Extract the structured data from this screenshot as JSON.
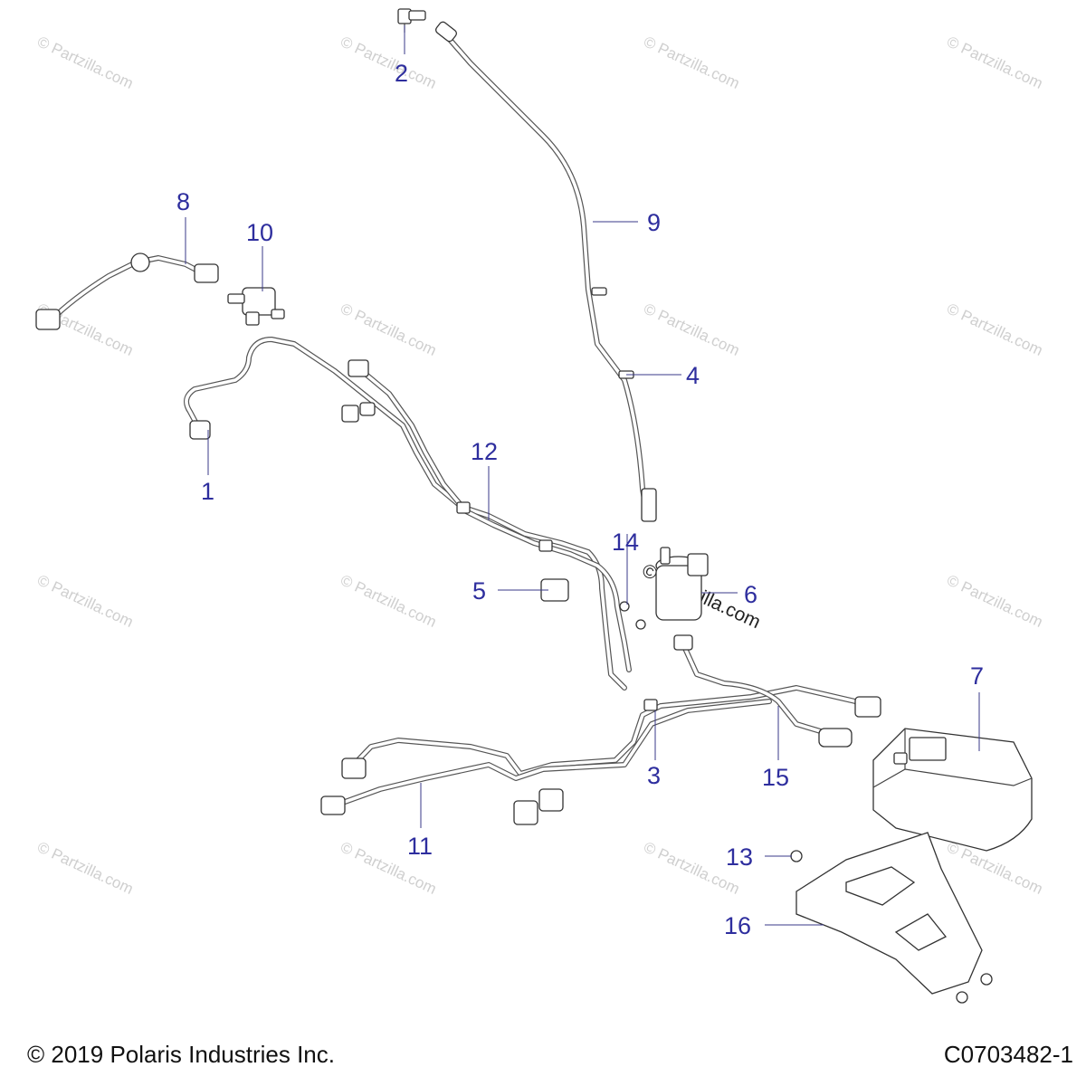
{
  "watermark": {
    "text": "© Partzilla.com"
  },
  "callouts": [
    {
      "id": "c1",
      "label": "1"
    },
    {
      "id": "c2",
      "label": "2"
    },
    {
      "id": "c3",
      "label": "3"
    },
    {
      "id": "c4",
      "label": "4"
    },
    {
      "id": "c5",
      "label": "5"
    },
    {
      "id": "c6",
      "label": "6"
    },
    {
      "id": "c7",
      "label": "7"
    },
    {
      "id": "c8",
      "label": "8"
    },
    {
      "id": "c9",
      "label": "9"
    },
    {
      "id": "c10",
      "label": "10"
    },
    {
      "id": "c11",
      "label": "11"
    },
    {
      "id": "c12",
      "label": "12"
    },
    {
      "id": "c13",
      "label": "13"
    },
    {
      "id": "c14",
      "label": "14"
    },
    {
      "id": "c15",
      "label": "15"
    },
    {
      "id": "c16",
      "label": "16"
    }
  ],
  "footer": {
    "copyright": "© 2019 Polaris Industries Inc.",
    "drawing_code": "C0703482-1"
  },
  "colors": {
    "callout": "#2e2e9e",
    "line": "#444444",
    "watermark": "#cfcfcf"
  }
}
